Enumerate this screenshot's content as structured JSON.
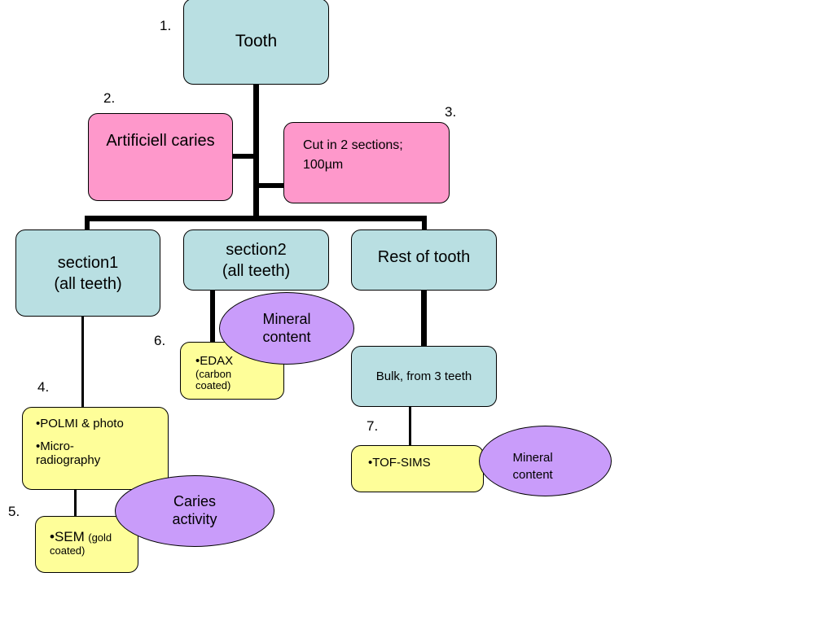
{
  "numbers": [
    "1.",
    "2.",
    "3.",
    "4.",
    "5.",
    "6.",
    "7."
  ],
  "nodes": {
    "tooth": "Tooth",
    "artificial_caries": "Artificiell caries",
    "cut": {
      "line1": "Cut in 2 sections;",
      "line2": "100µm"
    },
    "section1": {
      "line1": "section1",
      "line2": "(all teeth)"
    },
    "section2": {
      "line1": "section2",
      "line2": "(all teeth)"
    },
    "rest": "Rest of tooth",
    "bulk": "Bulk, from 3 teeth",
    "polmi": {
      "item1": "•POLMI & photo",
      "item2_line1": "•Micro-",
      "item2_line2": "radiography"
    },
    "sem": {
      "main": "•SEM",
      "note1": "(gold",
      "note2": "coated)"
    },
    "edax": {
      "main": "•EDAX",
      "note1": "(carbon",
      "note2": "coated)"
    },
    "tof": "•TOF-SIMS"
  },
  "ellipses": {
    "mineral_1": {
      "line1": "Mineral",
      "line2": "content"
    },
    "caries_activity": {
      "line1": "Caries",
      "line2": "activity"
    },
    "mineral_2": {
      "line1": "Mineral",
      "line2": "content"
    }
  },
  "colors": {
    "blue_box": "#b9dfe2",
    "pink_box": "#fe98cb",
    "yellow_box": "#fefe99",
    "purple_ellipse": "#c99cfa"
  }
}
